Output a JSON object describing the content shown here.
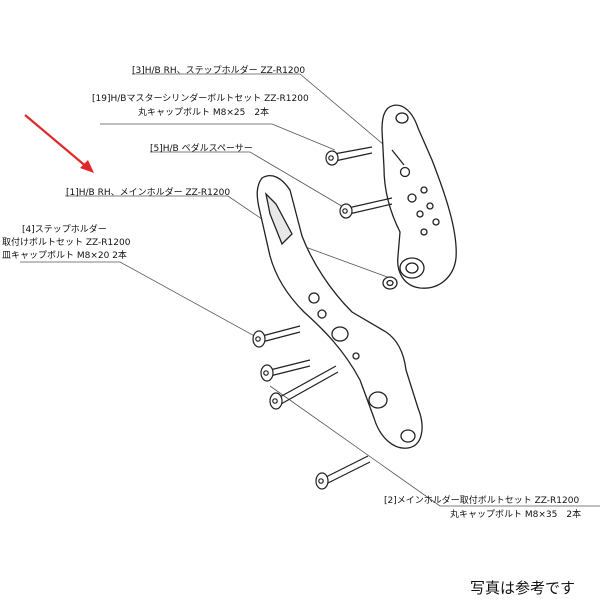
{
  "labels": {
    "part3": "[3]H/B RH、ステップホルダー ZZ-R1200",
    "part19_line1": "[19]H/Bマスターシリンダーボルトセット ZZ-R1200",
    "part19_line2": "丸キャップボルト M8×25　2本",
    "part5": "[5]H/B ペダルスペーサー",
    "part1": "[1]H/B RH、メインホルダー ZZ-R1200",
    "part4_line1": "[4]ステップホルダー",
    "part4_line2": "取付けボルトセット ZZ-R1200",
    "part4_line3": "皿キャップボルト M8×20 2本",
    "part2_line1": "[2]メインホルダー取付ボルトセット ZZ-R1200",
    "part2_line2": "丸キャップボルト M8×35　2本"
  },
  "note": "写真は参考です",
  "colors": {
    "arrow": "#e0282a",
    "line": "#222222",
    "leader": "#555555"
  }
}
